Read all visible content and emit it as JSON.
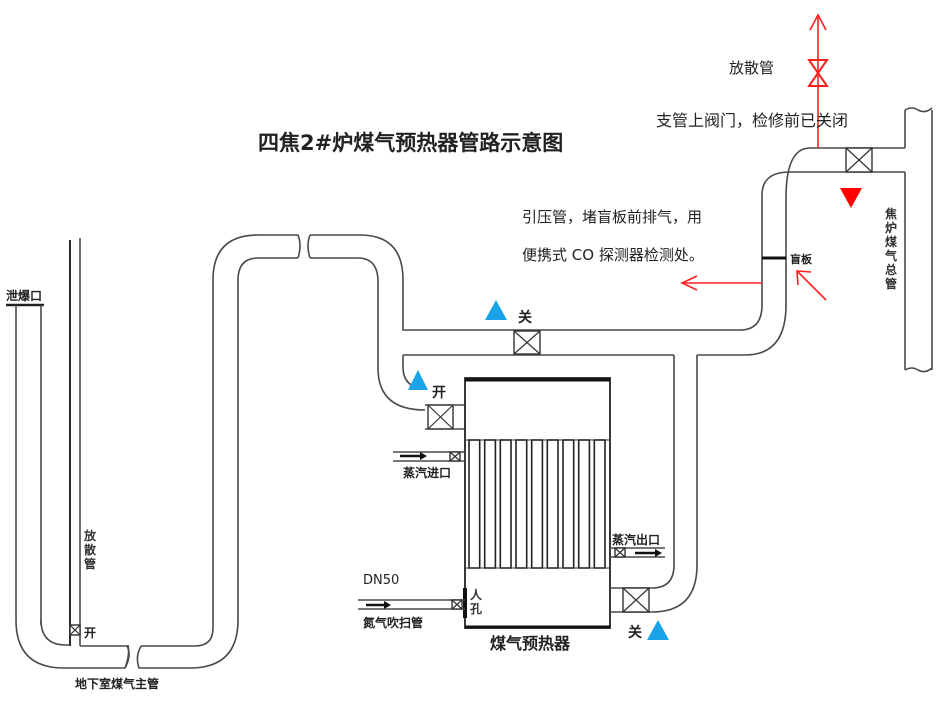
{
  "diagram": {
    "title": "四焦2#炉煤气预热器管路示意图",
    "labels": {
      "vent_pipe_top": "放散管",
      "branch_valve_note": "支管上阀门，检修前已关闭",
      "pressure_pipe_note_line1": "引压管，堵盲板前排气，用",
      "pressure_pipe_note_line2": "便携式 CO 探测器检测处。",
      "blind_plate": "盲板",
      "main_gas_pipe_vertical": [
        "焦",
        "炉",
        "煤",
        "气",
        "总",
        "管"
      ],
      "explosion_vent": "泄爆口",
      "vent_pipe_left_vertical": [
        "放",
        "散",
        "管"
      ],
      "open_left_small": "开",
      "basement_main_pipe": "地下室煤气主管",
      "valve_top_state": "关",
      "valve_inlet_state": "开",
      "valve_outlet_state": "关",
      "steam_inlet": "蒸汽进口",
      "steam_outlet": "蒸汽出口",
      "dn_size": "DN50",
      "manhole_vertical": [
        "人",
        "孔"
      ],
      "nitrogen_purge": "氮气吹扫管",
      "preheater": "煤气预热器"
    },
    "colors": {
      "marker_blue": "#1aa3e8",
      "marker_red": "#ff0000",
      "annotation_red": "#ff2020",
      "pipe_line": "#4a4a4a"
    },
    "icons": {
      "valve": "gate-valve-icon",
      "open_marker": "blue-triangle-icon",
      "closed_marker": "red-triangle-icon",
      "flow_arrow": "arrow-right-icon"
    }
  }
}
